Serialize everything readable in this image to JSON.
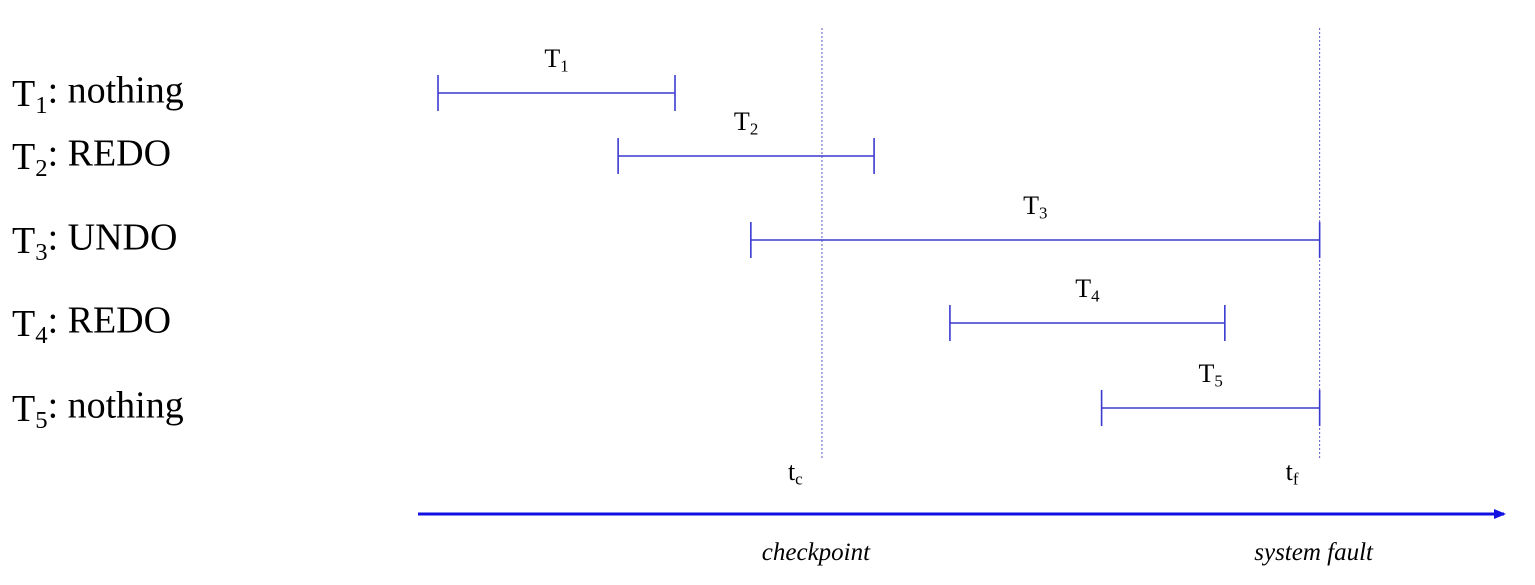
{
  "colors": {
    "bar": "#3a3ad0",
    "axis": "#1010e0",
    "guide": "#5a5ad0",
    "text": "#000000"
  },
  "transactions": [
    {
      "id": "T1",
      "letter": "T",
      "sub": "1",
      "action": "nothing",
      "start": 0.0,
      "end": 0.25
    },
    {
      "id": "T2",
      "letter": "T",
      "sub": "2",
      "action": "REDO",
      "start": 0.19,
      "end": 0.46
    },
    {
      "id": "T3",
      "letter": "T",
      "sub": "3",
      "action": "UNDO",
      "start": 0.33,
      "end": 0.93
    },
    {
      "id": "T4",
      "letter": "T",
      "sub": "4",
      "action": "REDO",
      "start": 0.54,
      "end": 0.83
    },
    {
      "id": "T5",
      "letter": "T",
      "sub": "5",
      "action": "nothing",
      "start": 0.7,
      "end": 0.93
    }
  ],
  "markers": [
    {
      "id": "tc",
      "letter": "t",
      "sub": "c",
      "caption": "checkpoint",
      "time": 0.405
    },
    {
      "id": "tf",
      "letter": "t",
      "sub": "f",
      "caption": "system fault",
      "time": 0.93
    }
  ]
}
